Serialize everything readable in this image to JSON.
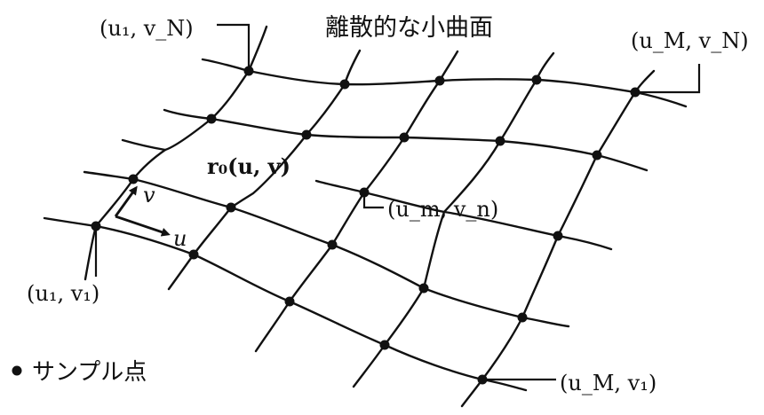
{
  "title": "離散的な小曲面",
  "legend": {
    "marker": "•",
    "text": "サンプル点"
  },
  "labels": {
    "u1_vN": "(u₁, v_N)",
    "uM_vN": "(u_M, v_N)",
    "r0": "r₀(u, v)",
    "um_vn": "(u_m, v_n)",
    "u1_v1": "(u₁, v₁)",
    "uM_v1": "(u_M, v₁)",
    "axis_u": "u",
    "axis_v": "v"
  }
}
